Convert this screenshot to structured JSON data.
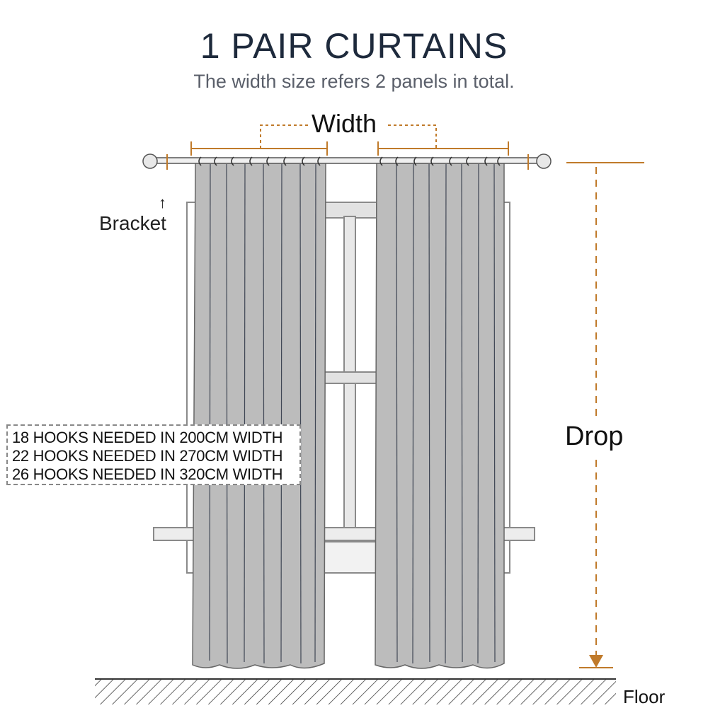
{
  "header": {
    "title": "1 PAIR CURTAINS",
    "subtitle": "The width size refers 2 panels in total."
  },
  "labels": {
    "width": "Width",
    "bracket": "Bracket",
    "drop": "Drop",
    "floor": "Floor"
  },
  "hooks_info": [
    "18 HOOKS NEEDED IN 200CM WIDTH",
    "22 HOOKS NEEDED IN 270CM WIDTH",
    "26 HOOKS NEEDED IN 320CM WIDTH"
  ],
  "colors": {
    "curtain": "#bcbcbc",
    "measure_line": "#c07a2a",
    "text_dark": "#1e2a3c"
  }
}
